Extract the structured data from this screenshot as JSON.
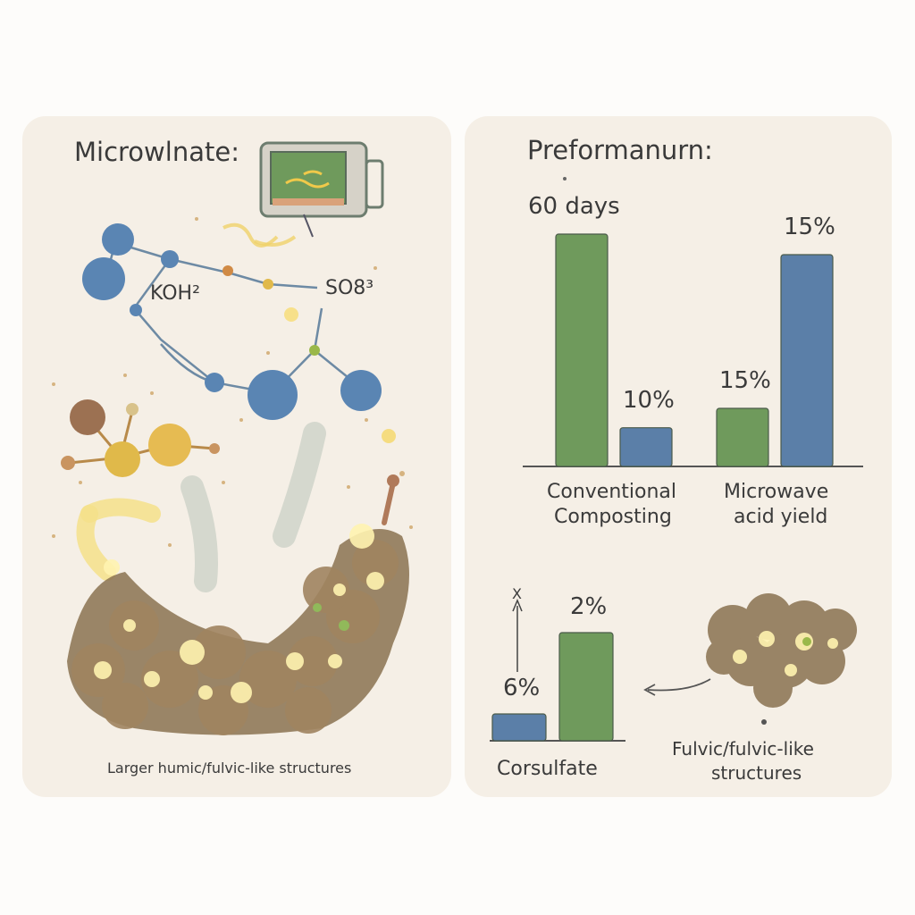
{
  "left": {
    "title": "Microwlnate:",
    "molecule_label_1": "KOH²",
    "molecule_label_2": "SO8³",
    "caption": "Larger humic/fulvic-like structures"
  },
  "right": {
    "title": "Preformanurn:",
    "annotation_top": "60 days",
    "fulvic_label_line1": "Fulvic/fulvic-like",
    "fulvic_label_line2": "structures"
  },
  "chart_data": [
    {
      "type": "bar",
      "categories": [
        "Conventional Composting",
        "Microwave acid yield"
      ],
      "category_label_lines": [
        [
          "Conventional",
          "Composting"
        ],
        [
          "Microwave",
          "acid yield"
        ]
      ],
      "series": [
        {
          "color": "#6f9a5c",
          "values": [
            60,
            15
          ],
          "labels": [
            "60 days",
            "15%"
          ]
        },
        {
          "color": "#5b7fa8",
          "values": [
            10,
            15
          ],
          "labels": [
            "10%",
            "15%"
          ]
        }
      ],
      "value_labels": [
        "60 days",
        "10%",
        "15%",
        "15%"
      ]
    },
    {
      "type": "bar",
      "categories": [
        "Corsulfate"
      ],
      "series": [
        {
          "color": "#5b7fa8",
          "values": [
            6
          ],
          "labels": [
            "6%"
          ]
        },
        {
          "color": "#6f9a5c",
          "values": [
            2
          ],
          "labels": [
            "2%"
          ]
        }
      ],
      "axis_label": "X"
    }
  ],
  "colors": {
    "panel": "#f5efe6",
    "green": "#6f9a5c",
    "blue": "#5b7fa8",
    "molecule_blue": "#5a85b3",
    "gold": "#e0b94a"
  }
}
